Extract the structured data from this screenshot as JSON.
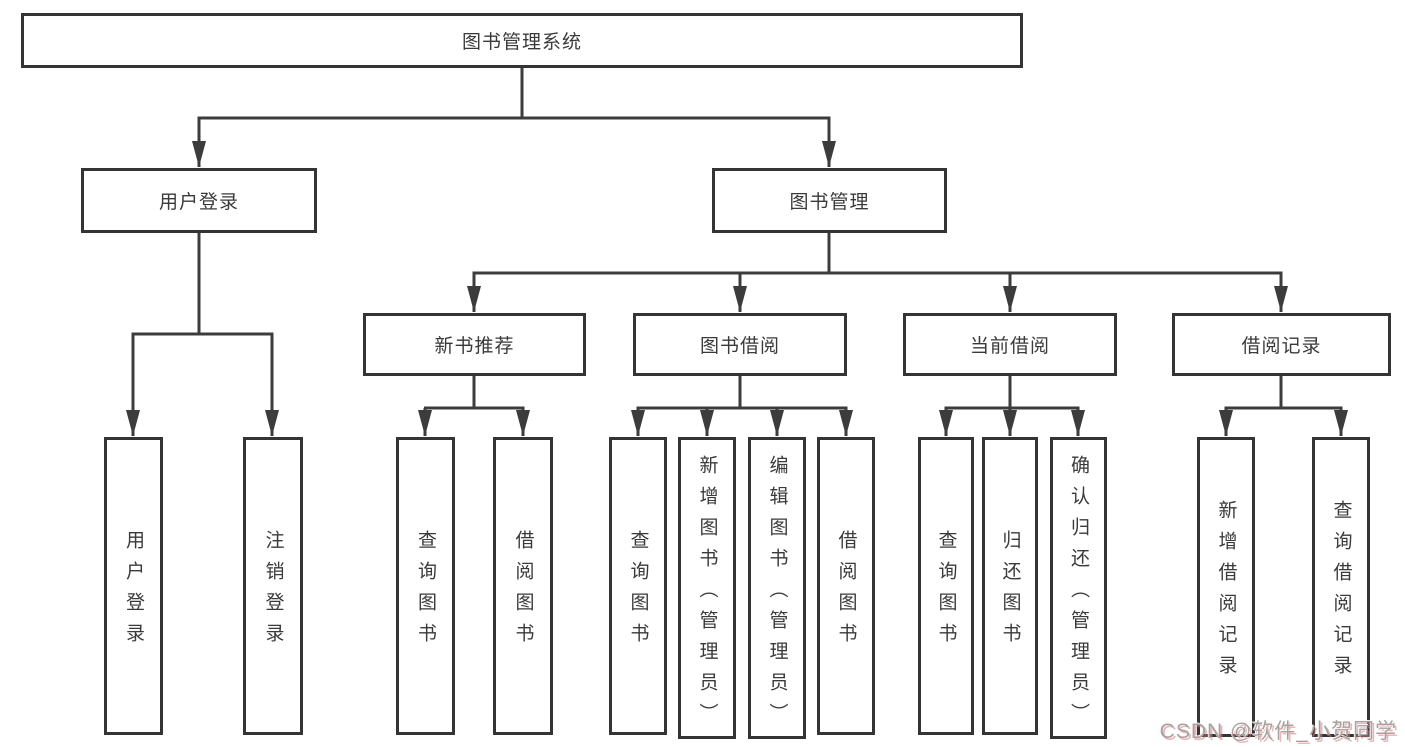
{
  "nodes": {
    "root": "图书管理系统",
    "level2": [
      "用户登录",
      "图书管理"
    ],
    "level3": [
      "新书推荐",
      "图书借阅",
      "当前借阅",
      "借阅记录"
    ],
    "leaves_user_login": [
      "用户登录",
      "注销登录"
    ],
    "leaves_new_book": [
      "查询图书",
      "借阅图书"
    ],
    "leaves_book_borrow": [
      "查询图书",
      "新增图书（管理员）",
      "编辑图书（管理员）",
      "借阅图书"
    ],
    "leaves_current_borrow": [
      "查询图书",
      "归还图书",
      "确认归还（管理员）"
    ],
    "leaves_borrow_records": [
      "新增借阅记录",
      "查询借阅记录"
    ]
  },
  "watermark": "CSDN @软件_小贺同学",
  "colors": {
    "line": "#3c3c3c",
    "box_border": "#343434",
    "text": "#3a3a3a",
    "watermark_text": "#a3a3a3",
    "watermark_shadow": "#e87474"
  }
}
